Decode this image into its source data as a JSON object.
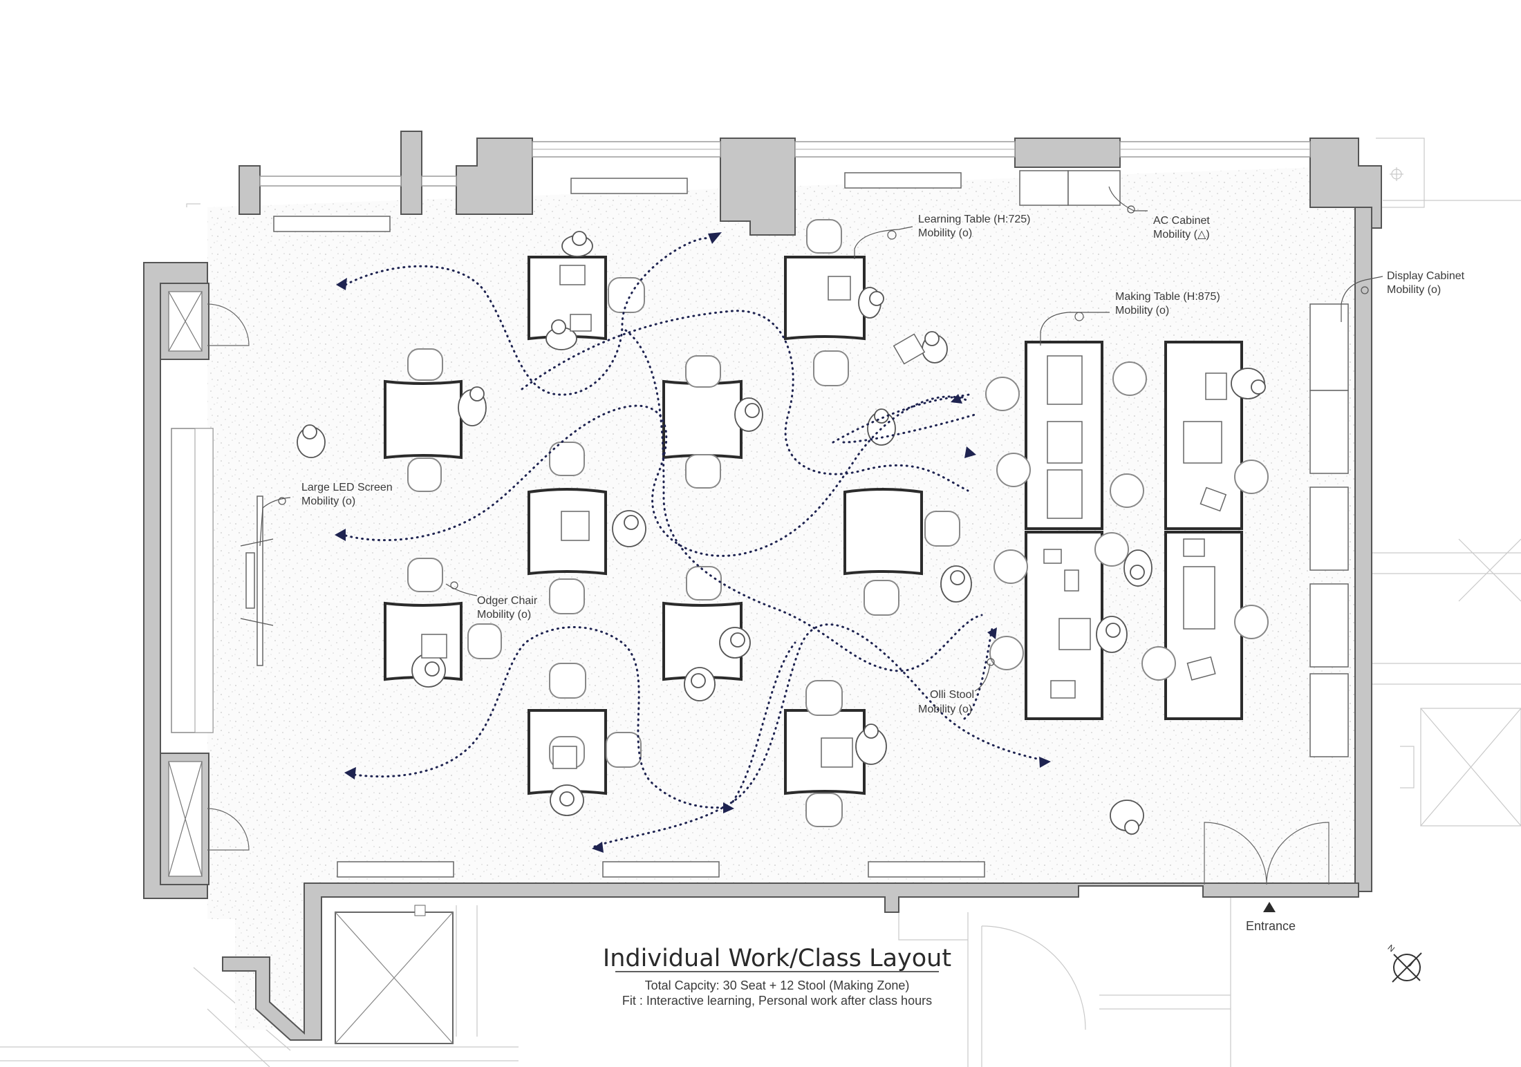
{
  "title": "Individual Work/Class Layout",
  "subtitle_lines": [
    "Total Capcity: 30 Seat + 12 Stool (Making Zone)",
    "Fit : Interactive learning, Personal work after class hours"
  ],
  "annotations": {
    "learning_table": [
      "Learning Table (H:725)",
      "Mobility (o)"
    ],
    "ac_cabinet": [
      "AC Cabinet",
      "Mobility (△)"
    ],
    "display_cabinet": [
      "Display Cabinet",
      "Mobility (o)"
    ],
    "making_table": [
      "Making Table (H:875)",
      "Mobility (o)"
    ],
    "led_screen": [
      "Large LED Screen",
      "Mobility (o)"
    ],
    "odger_chair": [
      "Odger Chair",
      "Mobility (o)"
    ],
    "olli_stool": [
      "Olli Stool",
      "Mobility (o)"
    ]
  },
  "entrance_label": "Entrance",
  "north_symbol": "N",
  "colors": {
    "wall": "#c6c6c6",
    "circulation_arrows": "#1e2350",
    "floor_speckle": "#d5d5d5",
    "furniture_outline": "#2b2b2b"
  }
}
